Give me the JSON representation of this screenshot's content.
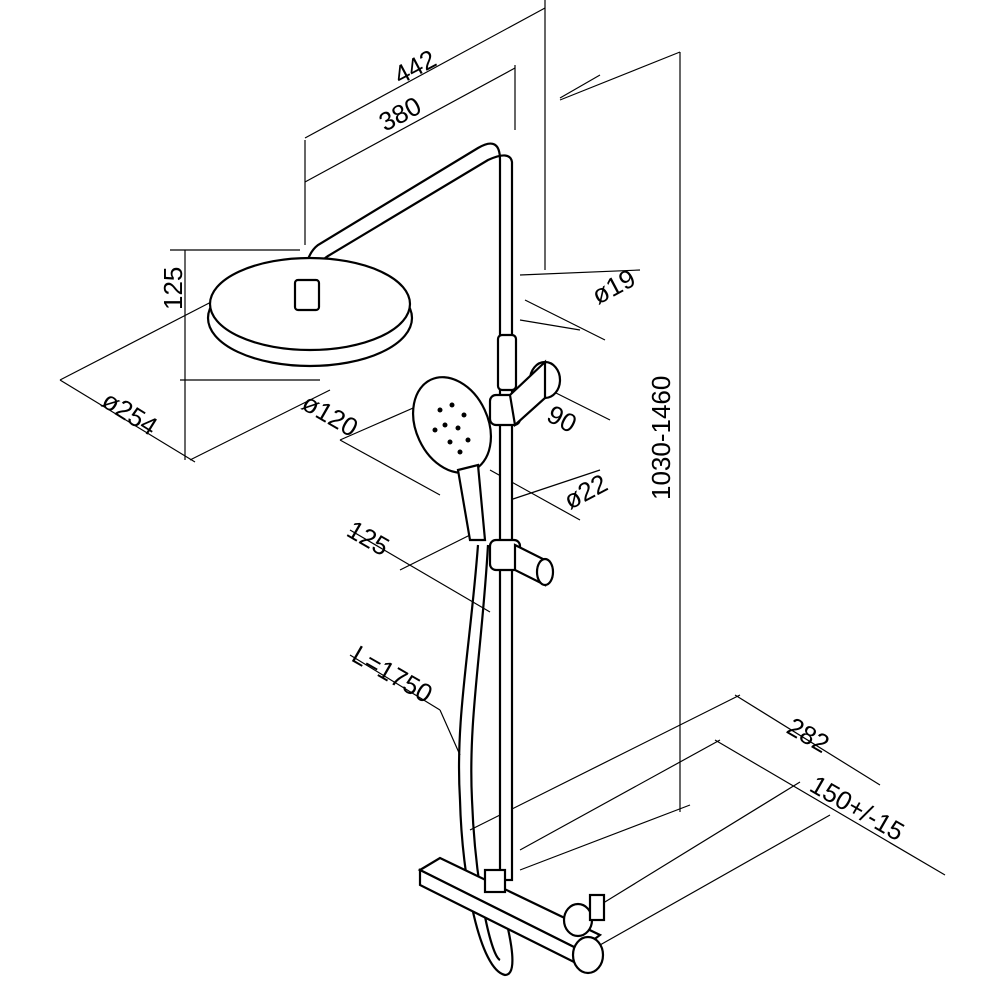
{
  "drawing": {
    "title": "Shower system dimension drawing",
    "dimensions": {
      "arm_total": "442",
      "arm_reach": "380",
      "head_height": "125",
      "head_diameter": "ø254",
      "hand_shower_diameter": "ø120",
      "riser_diameter": "ø19",
      "holder_offset": "90",
      "hand_shower_pipe": "ø22",
      "hand_shower_offset": "125",
      "hose_length": "L=1750",
      "height_range": "1030-1460",
      "mixer_depth": "282",
      "mixer_centers": "150+/-15"
    },
    "color": "#000000"
  }
}
